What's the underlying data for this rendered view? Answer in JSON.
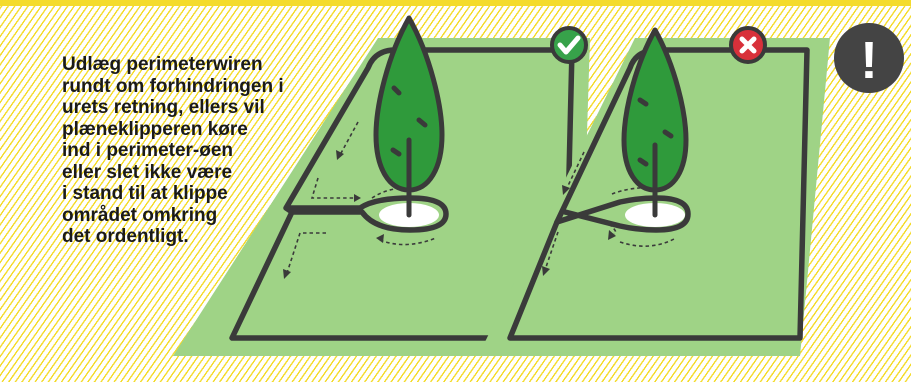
{
  "caption": {
    "text": "Udlæg perimeterwiren\nrundt om forhindringen i\nurets retning, ellers vil\nplæneklipperen køre\nind i perimeter-øen\neller slet ikke være\ni stand til at klippe\nområdet omkring\ndet ordentligt."
  },
  "colors": {
    "stripe_yellow": "#f4db2c",
    "lawn_green": "#9fd386",
    "wire_dark": "#3a3a3a",
    "tree_green": "#2f9a3b",
    "ok_badge": "#37a24a",
    "error_badge": "#d8303a",
    "warning_badge": "#444444"
  },
  "panels": [
    {
      "id": "correct",
      "status": "correct",
      "badge_icon": "check-icon"
    },
    {
      "id": "incorrect",
      "status": "incorrect",
      "badge_icon": "cross-icon"
    }
  ],
  "warning": {
    "icon": "exclamation-icon",
    "glyph": "!"
  }
}
